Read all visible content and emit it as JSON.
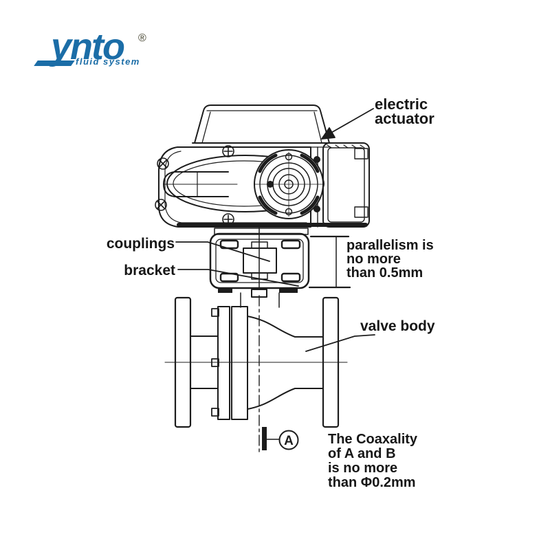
{
  "brand": {
    "name": "ynto",
    "tagline": "fluid system",
    "registered": "®",
    "color": "#1b6da7"
  },
  "labels": {
    "electric_actuator": [
      "electric",
      "actuator"
    ],
    "couplings": "couplings",
    "bracket": "bracket",
    "valve_body": "valve body",
    "datum_a": "A",
    "parallelism": [
      "parallelism is",
      "no more",
      "than 0.5mm"
    ],
    "coaxality": [
      "The Coaxality",
      "of A and B",
      "is no more",
      "than Φ0.2mm"
    ]
  },
  "drawing": {
    "line_color": "#1c1c1c"
  }
}
